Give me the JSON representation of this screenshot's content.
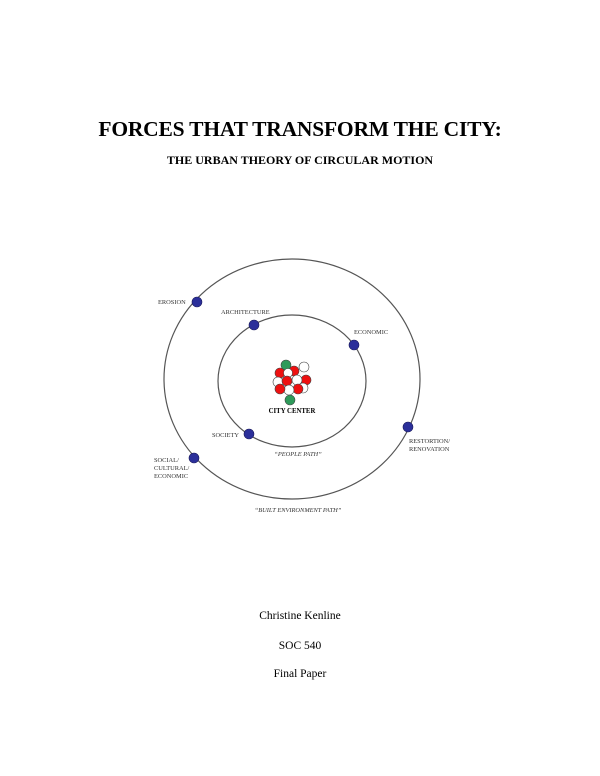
{
  "document": {
    "title": "FORCES THAT TRANSFORM THE CITY:",
    "subtitle": "THE URBAN THEORY OF CIRCULAR MOTION",
    "author": "Christine Kenline",
    "course": "SOC 540",
    "doc_type": "Final Paper"
  },
  "diagram": {
    "center_label": "CITY CENTER",
    "inner_path_label": "“PEOPLE PATH”",
    "outer_path_label": "“BUILT ENVIRONMENT PATH”",
    "colors": {
      "node": "#2b2f9a",
      "orbit": "#555555",
      "cluster_red": "#ee1111",
      "cluster_green": "#2e9a5a",
      "cluster_white": "#ffffff"
    },
    "inner_nodes": [
      {
        "label": "ARCHITECTURE"
      },
      {
        "label": "ECONOMIC"
      },
      {
        "label": "SOCIETY"
      }
    ],
    "outer_nodes": [
      {
        "label": "EROSION"
      },
      {
        "label": "RESTORTION/"
      },
      {
        "label": "RENOVATION"
      },
      {
        "label": "SOCIAL/"
      },
      {
        "label": "CULTURAL/"
      },
      {
        "label": "ECONOMIC"
      }
    ]
  }
}
